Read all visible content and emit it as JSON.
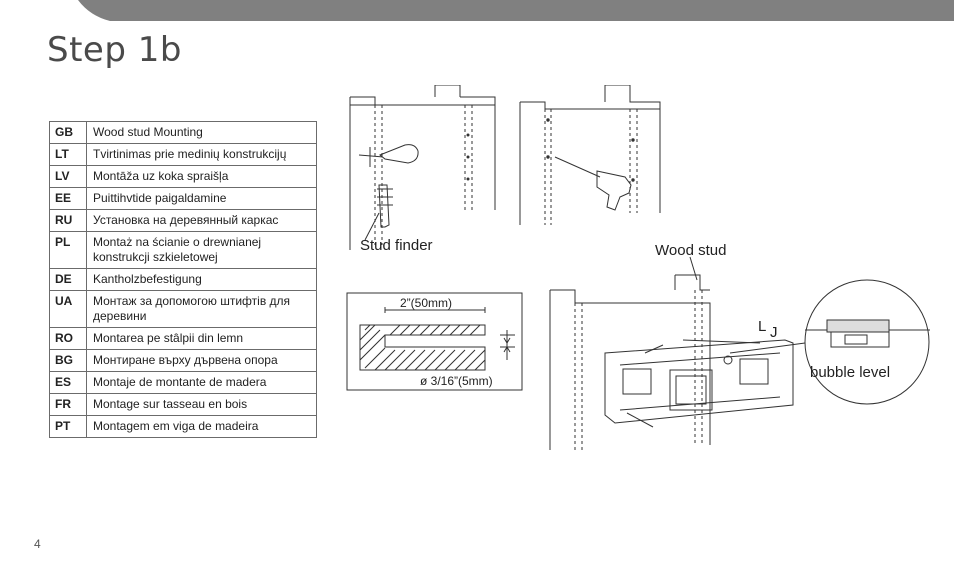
{
  "page": {
    "title": "Step 1b",
    "page_number": "4"
  },
  "languages": [
    {
      "code": "GB",
      "text": "Wood stud Mounting"
    },
    {
      "code": "LT",
      "text": "Tvirtinimas prie medinių konstrukcijų"
    },
    {
      "code": "LV",
      "text": "Montāža uz koka spraišļa"
    },
    {
      "code": "EE",
      "text": "Puittihvtide paigaldamine"
    },
    {
      "code": "RU",
      "text": "Установка на деревянный каркас"
    },
    {
      "code": "PL",
      "text": "Montaż na ścianie o drewnianej konstrukcji szkieletowej"
    },
    {
      "code": "DE",
      "text": "Kantholzbefestigung"
    },
    {
      "code": "UA",
      "text": "Монтаж за допомогою штифтів для деревини"
    },
    {
      "code": "RO",
      "text": "Montarea pe stâlpii din lemn"
    },
    {
      "code": "BG",
      "text": "Монтиране върху дървена опора"
    },
    {
      "code": "ES",
      "text": "Montaje de montante de madera"
    },
    {
      "code": "FR",
      "text": "Montage sur tasseau en bois"
    },
    {
      "code": "PT",
      "text": "Montagem em viga de madeira"
    }
  ],
  "figure": {
    "stud_finder_label": "Stud finder",
    "wood_stud_label": "Wood stud",
    "bubble_level_label": "bubble level",
    "depth_label": "2”(50mm)",
    "diameter_label": "ø 3/16”(5mm)",
    "part_label_l": "L",
    "part_label_j": "J"
  },
  "colors": {
    "header_bar": "#808080",
    "line": "#333333"
  }
}
